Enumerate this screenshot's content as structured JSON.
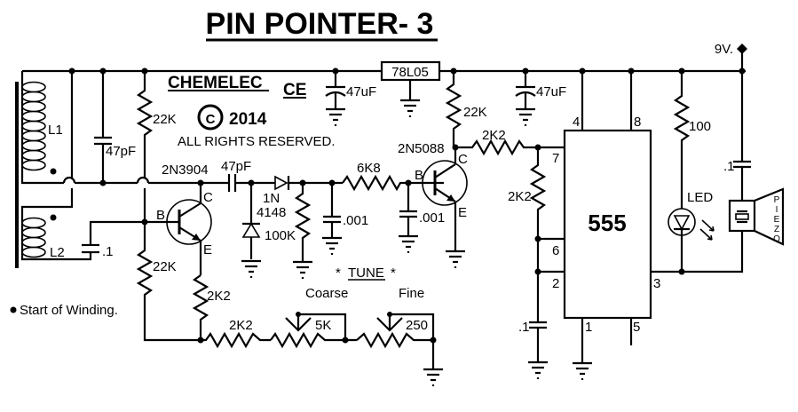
{
  "title": "PIN POINTER- 3",
  "brand": {
    "name": "CHEMELEC",
    "ce_mark": "CE",
    "copyright_symbol": "C",
    "year": "2014",
    "rights": "ALL RIGHTS RESERVED."
  },
  "supply": {
    "voltage": "9V.",
    "regulator": "78L05",
    "cap1": "47uF",
    "cap2": "47uF"
  },
  "coils": {
    "l1": "L1",
    "l2": "L2",
    "legend": "Start of Winding."
  },
  "oscillator": {
    "cap_tank": "47pF",
    "cap_l2": ".1",
    "r_bias_top": "22K",
    "r_bias_bottom": "22K",
    "r_emitter": "2K2",
    "transistor": "2N3904",
    "pin_b": "B",
    "pin_c": "C",
    "pin_e": "E"
  },
  "detector": {
    "coupling_cap": "47pF",
    "diode_line1": "1N",
    "diode_line2": "4148",
    "r_load": "100K",
    "cap_filter": ".001",
    "r_series": "6K8",
    "cap_base": ".001"
  },
  "amplifier": {
    "transistor": "2N5088",
    "r_collector": "22K",
    "r_to_555": "2K2",
    "pin_b": "B",
    "pin_c": "C",
    "pin_e": "E"
  },
  "tune": {
    "heading": "TUNE",
    "r_series": "2K2",
    "coarse_label": "Coarse",
    "coarse_value": "5K",
    "fine_label": "Fine",
    "fine_value": "250"
  },
  "timer": {
    "chip": "555",
    "r_timing": "2K2",
    "cap_timing": ".1",
    "pins": [
      "4",
      "8",
      "7",
      "6",
      "2",
      "3",
      "1",
      "5"
    ]
  },
  "output": {
    "r_led": "100",
    "led": "LED",
    "cap_piezo": ".1",
    "piezo": [
      "P",
      "I",
      "E",
      "Z",
      "O"
    ]
  }
}
